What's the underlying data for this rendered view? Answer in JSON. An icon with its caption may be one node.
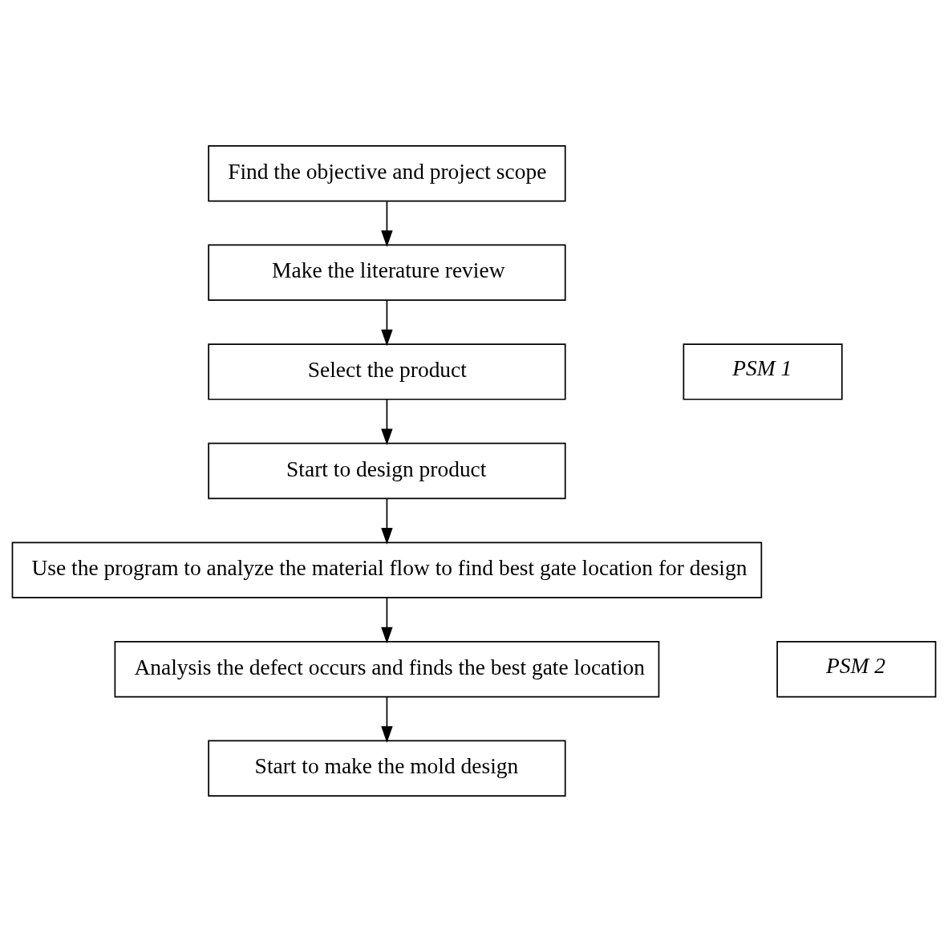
{
  "diagram": {
    "nodes": [
      {
        "text": [
          "Find the objective and project scope"
        ]
      },
      {
        "text": [
          "Make the literature review"
        ]
      },
      {
        "text": [
          "Select the product"
        ]
      },
      {
        "text": [
          "Start to design product"
        ]
      },
      {
        "text": [
          "Use the program to analyze the material flow to find best gate location for design"
        ]
      },
      {
        "text": [
          "Analysis the defect occurs and finds the best gate location"
        ]
      },
      {
        "text": [
          "Start to make the mold design"
        ]
      },
      {
        "text": [
          "PSM 1"
        ]
      },
      {
        "text": [
          "PSM 2"
        ]
      }
    ],
    "edges": [
      {
        "from": 0,
        "to": 1,
        "arrow": "to"
      },
      {
        "from": 1,
        "to": 2,
        "arrow": "to"
      },
      {
        "from": 2,
        "to": 3,
        "arrow": "to"
      },
      {
        "from": 3,
        "to": 4,
        "arrow": "to"
      },
      {
        "from": 4,
        "to": 5,
        "arrow": "to"
      },
      {
        "from": 5,
        "to": 6,
        "arrow": "to"
      }
    ]
  }
}
